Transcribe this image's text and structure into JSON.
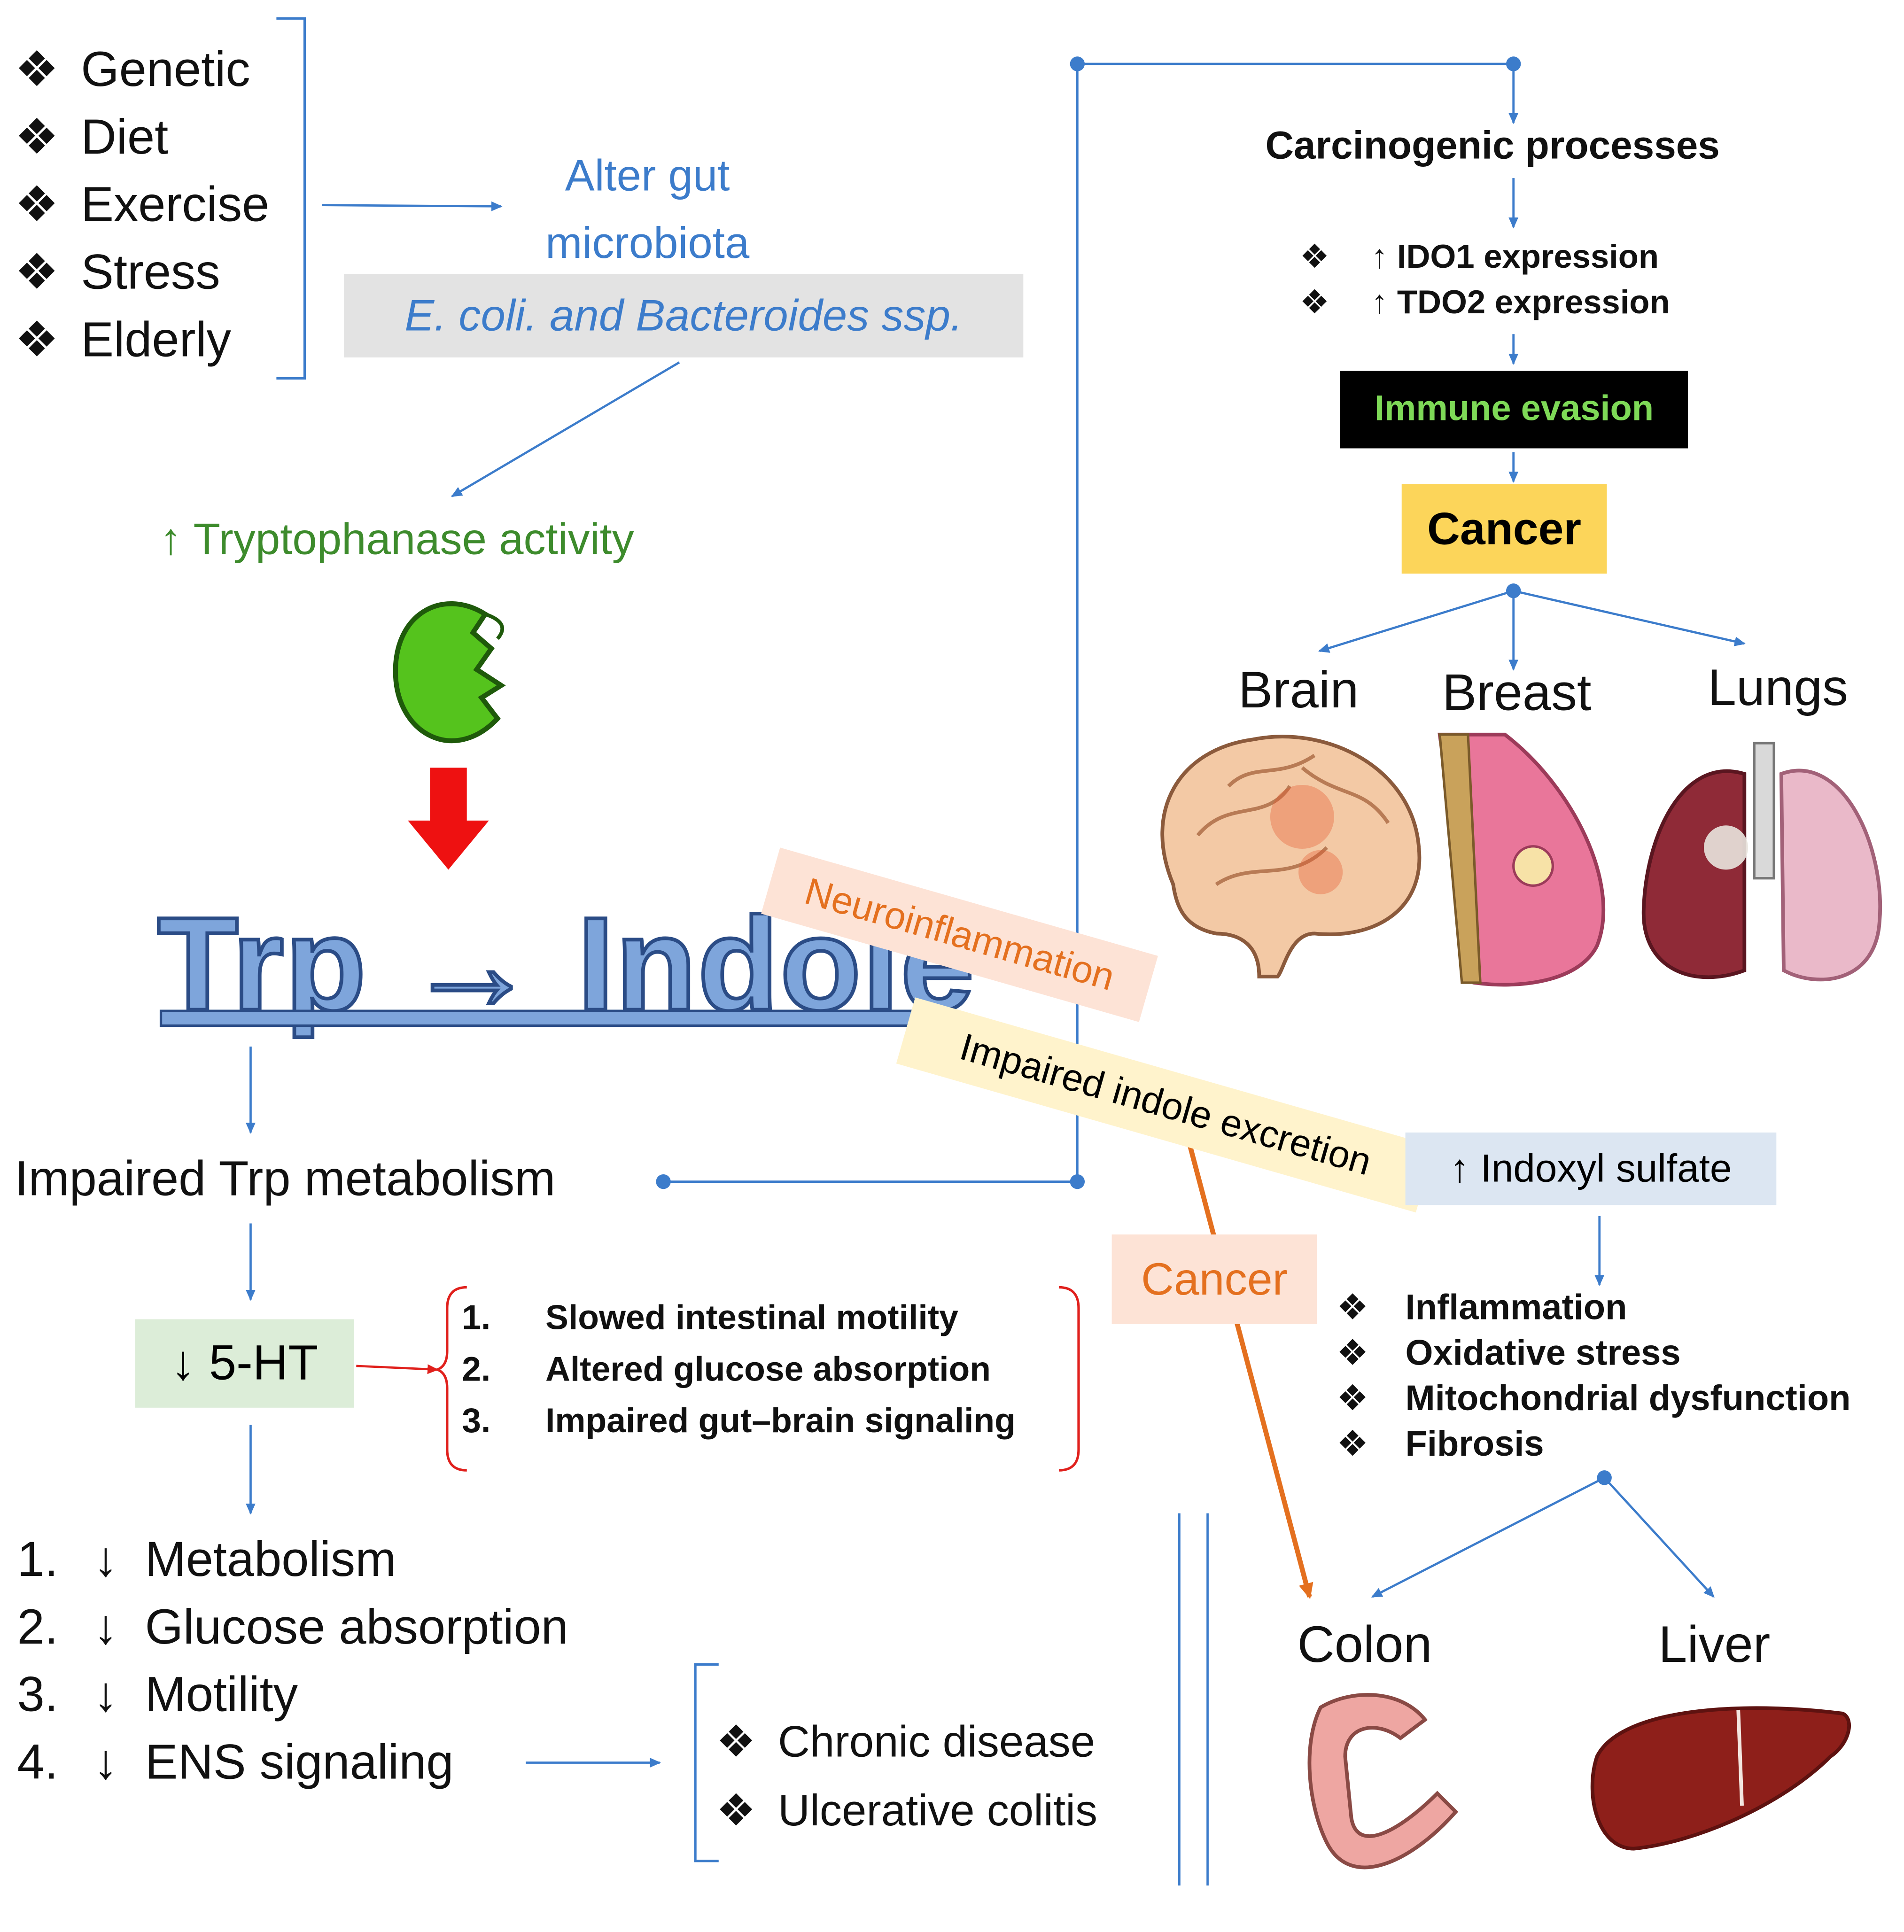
{
  "risk_factors": [
    "Genetic",
    "Diet",
    "Exercise",
    "Stress",
    "Elderly"
  ],
  "alter_gut": "Alter gut microbiota",
  "bacteria": "E. coli. and Bacteroides ssp.",
  "tryptophanase": "↑ Tryptophanase activity",
  "trp_indole": "Trp → Indole",
  "impaired_trp": "Impaired Trp metabolism",
  "serotonin": "↓ 5-HT",
  "serotonin_effects": [
    {
      "num": "1.",
      "text": "Slowed intestinal motility"
    },
    {
      "num": "2.",
      "text": "Altered glucose absorption"
    },
    {
      "num": "3.",
      "text": "Impaired gut–brain signaling"
    }
  ],
  "outcomes": [
    {
      "num": "1.",
      "arrow": "↓",
      "text": "Metabolism"
    },
    {
      "num": "2.",
      "arrow": "↓",
      "text": "Glucose absorption"
    },
    {
      "num": "3.",
      "arrow": "↓",
      "text": "Motility"
    },
    {
      "num": "4.",
      "arrow": "↓",
      "text": "ENS signaling"
    }
  ],
  "diseases": [
    "Chronic disease",
    "Ulcerative colitis"
  ],
  "carcinogenic": "Carcinogenic processes",
  "expressions": [
    "↑ IDO1 expression",
    "↑ TDO2 expression"
  ],
  "immune_evasion": "Immune evasion",
  "cancer_top": "Cancer",
  "organs_top": [
    "Brain",
    "Breast",
    "Lungs"
  ],
  "neuroinflammation": "Neuroinflammation",
  "impaired_excretion": "Impaired indole excretion",
  "indoxyl": "↑ Indoxyl sulfate",
  "cancer_mid": "Cancer",
  "damage": [
    "Inflammation",
    "Oxidative stress",
    "Mitochondrial dysfunction",
    "Fibrosis"
  ],
  "organs_bottom": [
    "Colon",
    "Liver"
  ],
  "diamond_glyph": "❖",
  "colors": {
    "blue": "#3c7ccb",
    "green": "#3d8b2c",
    "orange": "#e4701f",
    "yellow": "#fcd55a",
    "grey_box": "#e3e3e3",
    "green_box": "#dcedd8",
    "indoxyl_box": "#dce6f2",
    "immune_text": "#7ed957"
  },
  "icons": [
    "enzyme-icon",
    "brain-icon",
    "breast-icon",
    "lungs-icon",
    "colon-icon",
    "liver-icon"
  ]
}
